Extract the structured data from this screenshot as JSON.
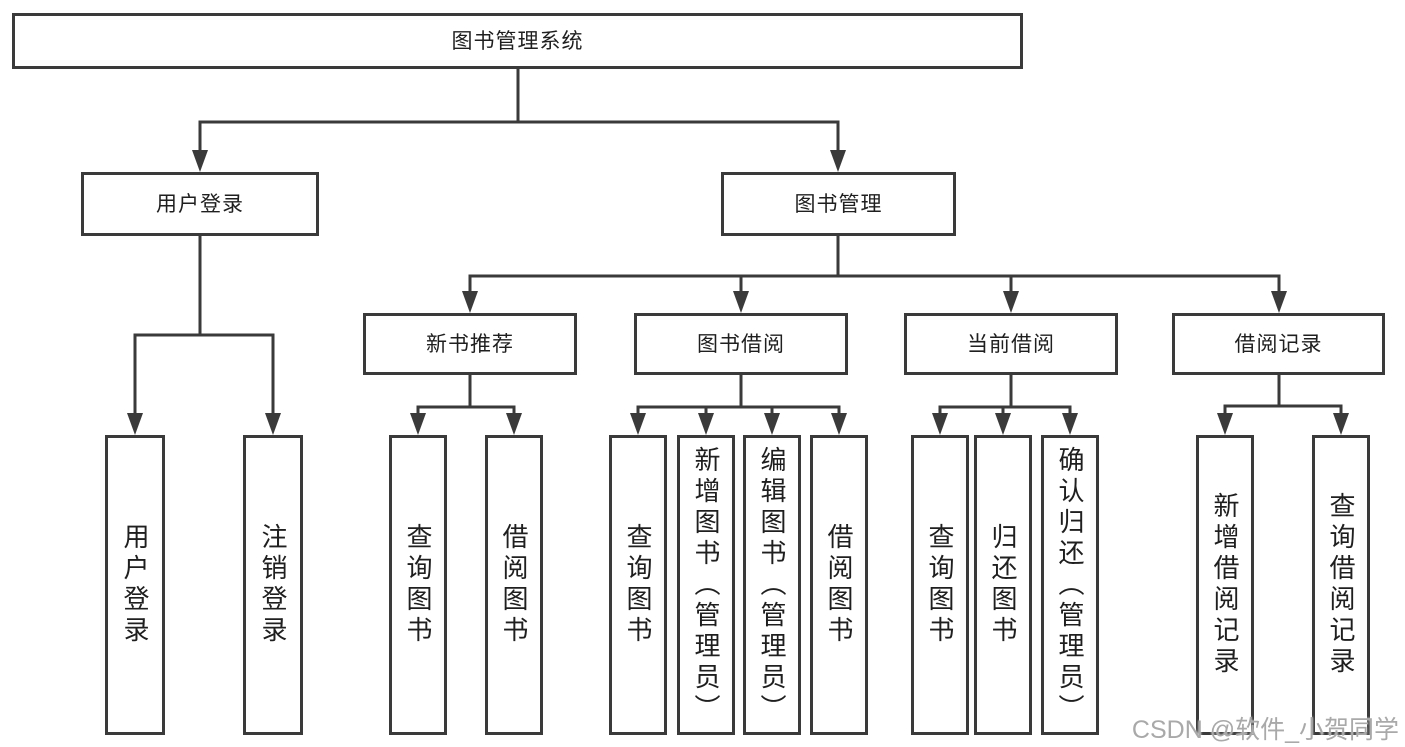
{
  "diagram": {
    "tree": {
      "label": "图书管理系统",
      "children": [
        {
          "label": "用户登录",
          "children": [
            {
              "label": "用户登录"
            },
            {
              "label": "注销登录"
            }
          ]
        },
        {
          "label": "图书管理",
          "children": [
            {
              "label": "新书推荐",
              "children": [
                {
                  "label": "查询图书"
                },
                {
                  "label": "借阅图书"
                }
              ]
            },
            {
              "label": "图书借阅",
              "children": [
                {
                  "label": "查询图书"
                },
                {
                  "label": "新增图书（管理员）"
                },
                {
                  "label": "编辑图书（管理员）"
                },
                {
                  "label": "借阅图书"
                }
              ]
            },
            {
              "label": "当前借阅",
              "children": [
                {
                  "label": "查询图书"
                },
                {
                  "label": "归还图书"
                },
                {
                  "label": "确认归还（管理员）"
                }
              ]
            },
            {
              "label": "借阅记录",
              "children": [
                {
                  "label": "新增借阅记录"
                },
                {
                  "label": "查询借阅记录"
                }
              ]
            }
          ]
        }
      ]
    },
    "colors": {
      "line": "#3a3a3a",
      "box_border": "#3a3a3a",
      "box_fill": "#ffffff",
      "text": "#1f1f1f",
      "watermark": "#a9a9a9",
      "background": "#ffffff"
    }
  },
  "watermark": {
    "text": "CSDN @软件_小贺同学"
  }
}
